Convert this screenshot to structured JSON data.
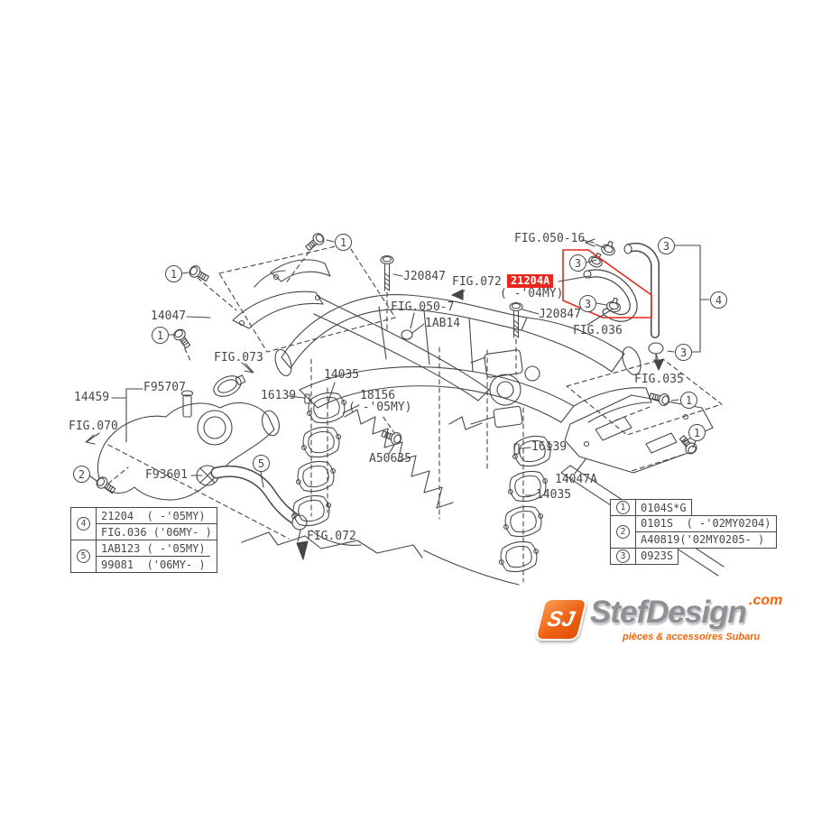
{
  "colors": {
    "line": "#474747",
    "highlight_red": "#e8281e",
    "logo_orange": "#f2660e",
    "logo_gray": "#8e9093"
  },
  "diagram": {
    "labels": {
      "p14047": "14047",
      "p14459": "14459",
      "fig070": "FIG.070",
      "f95707": "F95707",
      "f93601": "F93601",
      "fig073": "FIG.073",
      "p16139_left": "16139",
      "p14035_left": "14035",
      "p18156": "18156",
      "p18156_my": "( -'05MY)",
      "a50635": "A50635",
      "j20847_left": "J20847",
      "fig072_top": "FIG.072",
      "fig050_7": "FIG.050-7",
      "p1ab14": "1AB14",
      "fig050_16": "FIG.050-16",
      "j20847_right": "J20847",
      "fig036": "FIG.036",
      "fig035": "FIG.035",
      "p16139_right": "16139",
      "p14047a": "14047A",
      "p14035_right": "14035",
      "fig072_bottom": "FIG.072"
    },
    "red_callout": {
      "part": "21204A",
      "model_year": "( -'04MY)"
    },
    "callouts": {
      "n1": "1",
      "n2": "2",
      "n3": "3",
      "n4": "4",
      "n5": "5"
    }
  },
  "tables": {
    "left": {
      "group4": {
        "ref": "4",
        "row1": "21204  ( -'05MY)",
        "row2": "FIG.036 ('06MY- )"
      },
      "group5": {
        "ref": "5",
        "row1": "1AB123 ( -'05MY)",
        "row2": "99081  ('06MY- )"
      }
    },
    "right": {
      "row1": {
        "ref": "1",
        "text": "0104S*G"
      },
      "group2": {
        "ref": "2",
        "row1": "0101S  ( -'02MY0204)",
        "row2": "A40819('02MY0205- )"
      },
      "row3": {
        "ref": "3",
        "text": "0923S"
      }
    }
  },
  "logo": {
    "monogram": "SJ",
    "name": "StefDesign",
    "tld": ".com",
    "tagline": "pièces & accessoires Subaru"
  }
}
